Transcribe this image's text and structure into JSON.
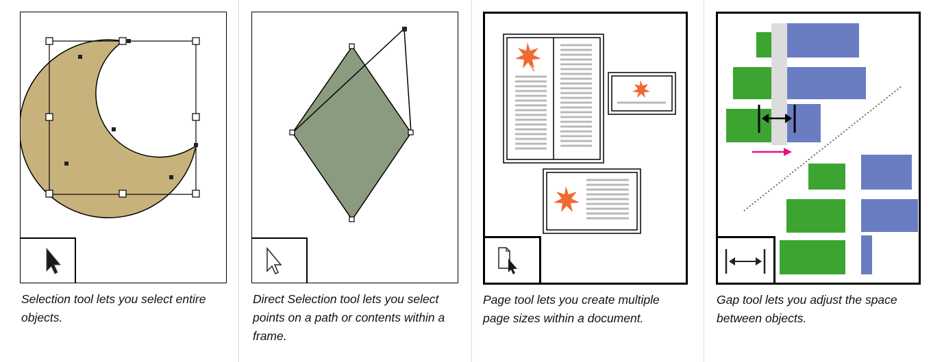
{
  "captions": [
    "Selection tool lets you select entire objects.",
    "Direct Selection tool lets you select points on a path or contents within a frame.",
    "Page tool lets you create multiple page sizes within a document.",
    "Gap tool lets you adjust the space between objects."
  ],
  "colors": {
    "moon_fill": "#c8b27c",
    "diamond_fill": "#8a9b80",
    "leaf": "#f06a32",
    "green_block": "#3ca532",
    "blue_block": "#6b7dc2",
    "gap_arrow": "#e8127c"
  },
  "tool_icons": [
    "selection-tool-icon",
    "direct-selection-tool-icon",
    "page-tool-icon",
    "gap-tool-icon"
  ]
}
